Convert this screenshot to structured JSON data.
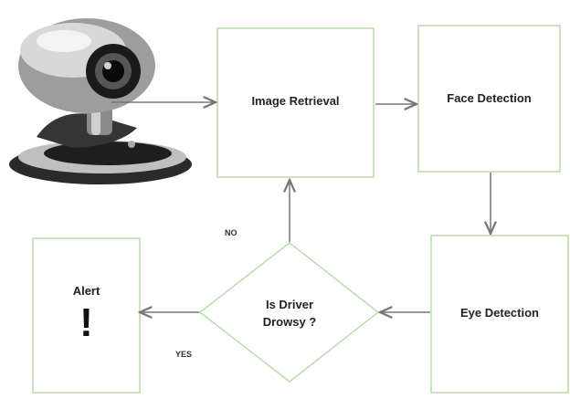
{
  "nodes": {
    "image_retrieval": "Image Retrieval",
    "face_detection": "Face Detection",
    "eye_detection": "Eye Detection",
    "decision_line1": "Is Driver",
    "decision_line2": "Drowsy ?",
    "alert": "Alert",
    "alert_mark": "!"
  },
  "edges": {
    "no": "NO",
    "yes": "YES"
  },
  "colors": {
    "box_border": "#b9dcaa",
    "arrow": "#777777",
    "text": "#222222"
  },
  "icons": [
    "webcam-icon"
  ]
}
